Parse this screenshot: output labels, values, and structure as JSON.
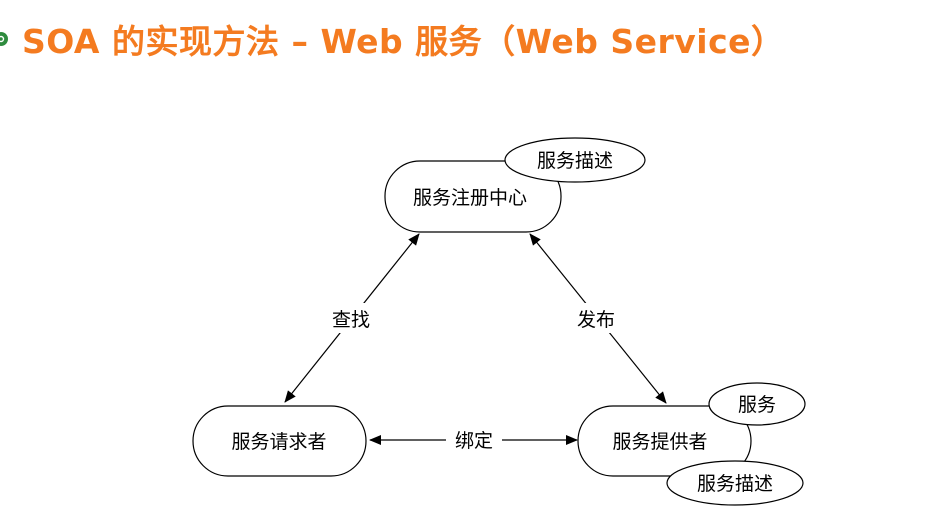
{
  "title": "SOA 的实现方法 –  Web 服务（Web Service）",
  "colors": {
    "title": "#F47B20",
    "bullet": "#2E8B3E",
    "stroke": "#000000"
  },
  "nodes": {
    "registry": "服务注册中心",
    "requester": "服务请求者",
    "provider": "服务提供者"
  },
  "tags": {
    "registry_description": "服务描述",
    "provider_service": "服务",
    "provider_description": "服务描述"
  },
  "edges": {
    "find": "查找",
    "publish": "发布",
    "bind": "绑定"
  }
}
